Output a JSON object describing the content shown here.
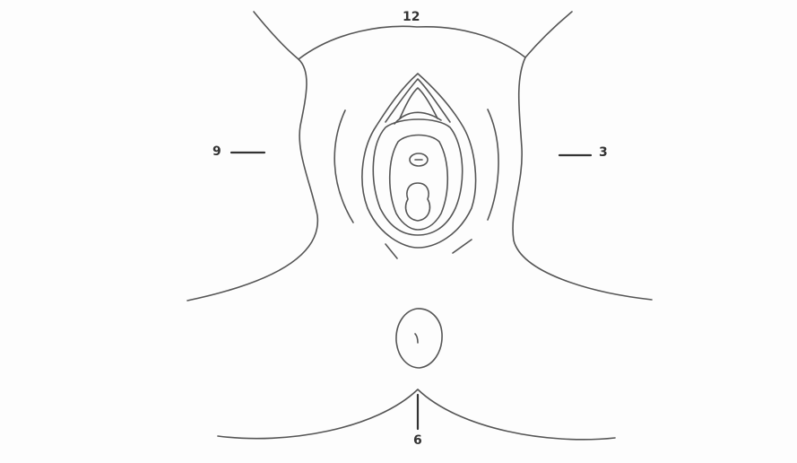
{
  "clock_labels": {
    "twelve": "12",
    "three": "3",
    "six": "6",
    "nine": "9"
  },
  "colors": {
    "line": "#555555",
    "label": "#333333",
    "background": "#fdfdfd"
  }
}
